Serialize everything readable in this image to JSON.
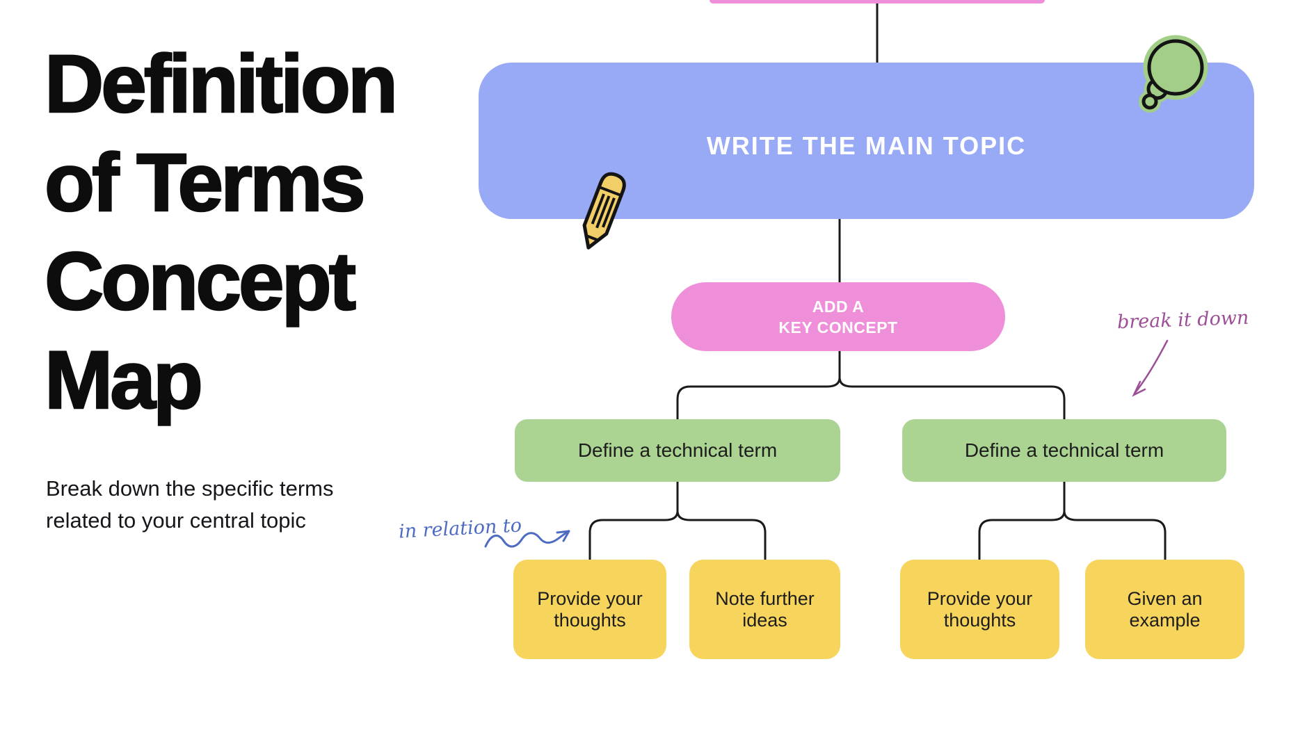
{
  "intro": {
    "title": "Definition\nof Terms\nConcept\nMap",
    "subtitle": "Break down the specific terms\nrelated to your central topic"
  },
  "map": {
    "main_topic": {
      "label": "WRITE THE MAIN TOPIC",
      "color": "#98a9f5"
    },
    "key_concept": {
      "label": "ADD A\nKEY CONCEPT",
      "color": "#ef8fd9"
    },
    "term_left": {
      "label": "Define a technical term",
      "color": "#abd392"
    },
    "term_right": {
      "label": "Define a technical term",
      "color": "#abd392"
    },
    "leaves": [
      {
        "label": "Provide your thoughts",
        "color": "#f7d45c"
      },
      {
        "label": "Note further ideas",
        "color": "#f7d45c"
      },
      {
        "label": "Provide your thoughts",
        "color": "#f7d45c"
      },
      {
        "label": "Given an example",
        "color": "#f7d45c"
      }
    ],
    "annotations": {
      "break_it_down": {
        "label": "break it down",
        "color": "#9c4f96"
      },
      "in_relation_to": {
        "label": "in relation to",
        "color": "#4e6bc2"
      }
    },
    "icons": {
      "speech_bubble_color": "#a3ce87",
      "pencil_color": "#f2ce68",
      "connector_color": "#1a1a1a"
    }
  }
}
